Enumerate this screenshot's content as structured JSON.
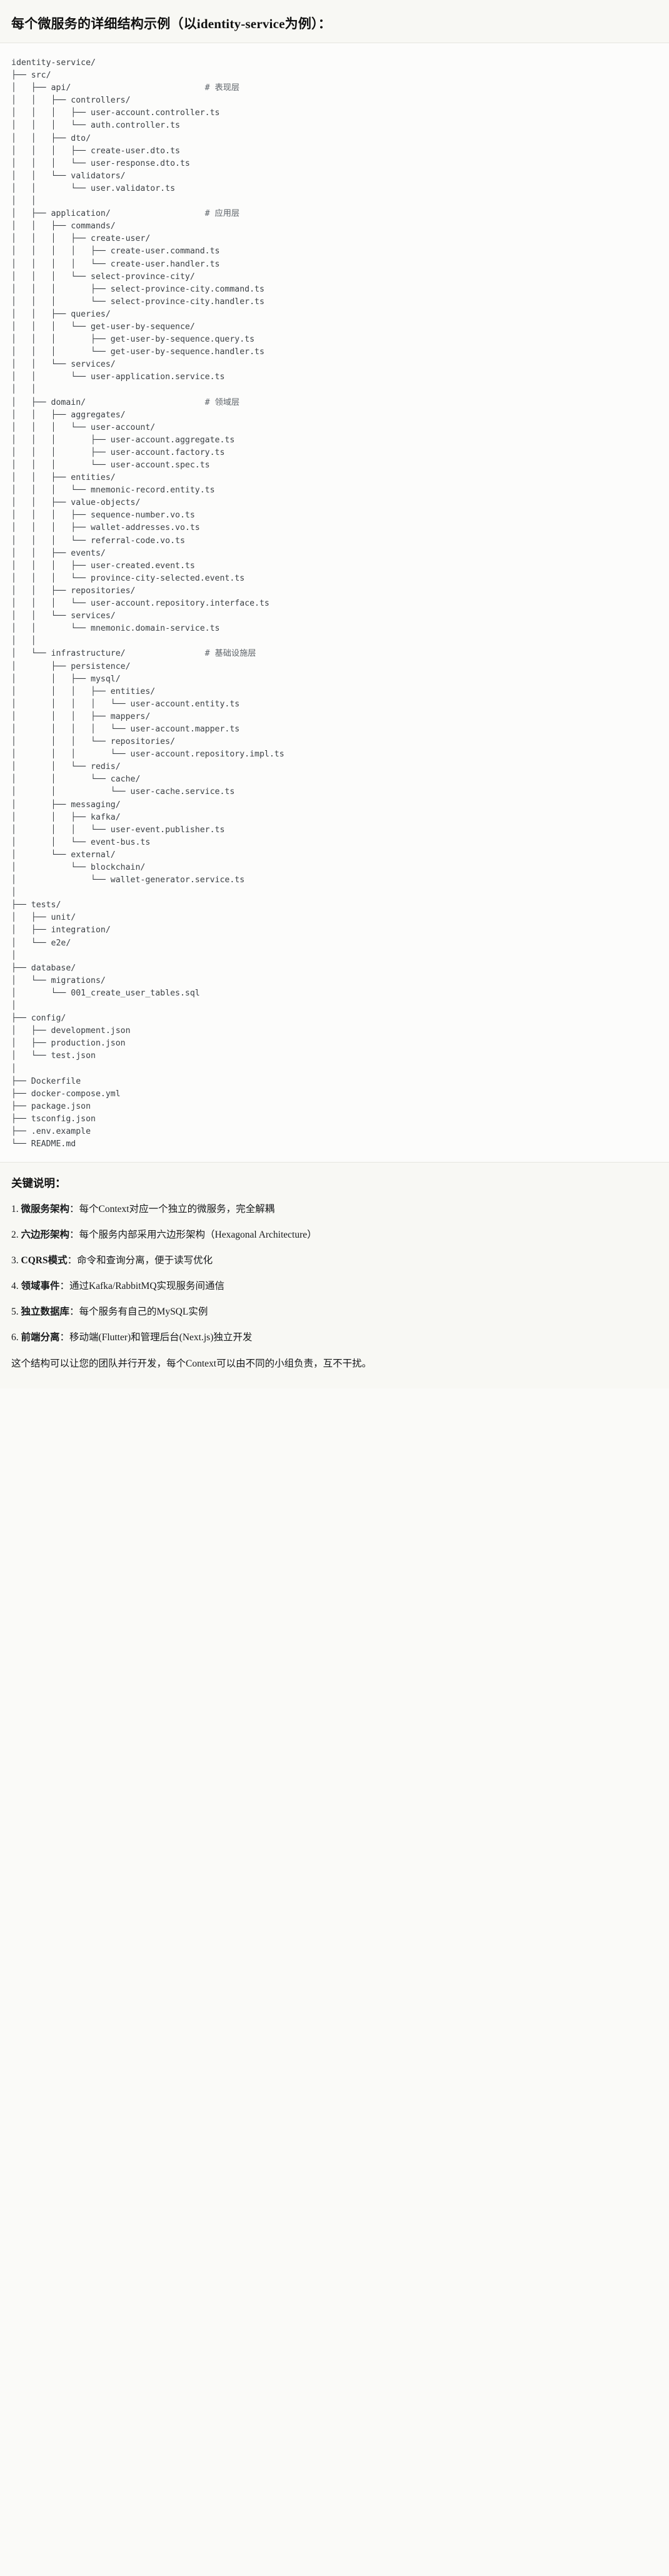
{
  "header": {
    "title": "每个微服务的详细结构示例（以identity-service为例）："
  },
  "tree": {
    "text": "identity-service/\n├── src/\n│   ├── api/                           # 表现层\n│   │   ├── controllers/\n│   │   │   ├── user-account.controller.ts\n│   │   │   └── auth.controller.ts\n│   │   ├── dto/\n│   │   │   ├── create-user.dto.ts\n│   │   │   └── user-response.dto.ts\n│   │   └── validators/\n│   │       └── user.validator.ts\n│   │\n│   ├── application/                   # 应用层\n│   │   ├── commands/\n│   │   │   ├── create-user/\n│   │   │   │   ├── create-user.command.ts\n│   │   │   │   └── create-user.handler.ts\n│   │   │   └── select-province-city/\n│   │   │       ├── select-province-city.command.ts\n│   │   │       └── select-province-city.handler.ts\n│   │   ├── queries/\n│   │   │   └── get-user-by-sequence/\n│   │   │       ├── get-user-by-sequence.query.ts\n│   │   │       └── get-user-by-sequence.handler.ts\n│   │   └── services/\n│   │       └── user-application.service.ts\n│   │\n│   ├── domain/                        # 领域层\n│   │   ├── aggregates/\n│   │   │   └── user-account/\n│   │   │       ├── user-account.aggregate.ts\n│   │   │       ├── user-account.factory.ts\n│   │   │       └── user-account.spec.ts\n│   │   ├── entities/\n│   │   │   └── mnemonic-record.entity.ts\n│   │   ├── value-objects/\n│   │   │   ├── sequence-number.vo.ts\n│   │   │   ├── wallet-addresses.vo.ts\n│   │   │   └── referral-code.vo.ts\n│   │   ├── events/\n│   │   │   ├── user-created.event.ts\n│   │   │   └── province-city-selected.event.ts\n│   │   ├── repositories/\n│   │   │   └── user-account.repository.interface.ts\n│   │   └── services/\n│   │       └── mnemonic.domain-service.ts\n│   │\n│   └── infrastructure/                # 基础设施层\n│       ├── persistence/\n│       │   ├── mysql/\n│       │   │   ├── entities/\n│       │   │   │   └── user-account.entity.ts\n│       │   │   ├── mappers/\n│       │   │   │   └── user-account.mapper.ts\n│       │   │   └── repositories/\n│       │   │       └── user-account.repository.impl.ts\n│       │   └── redis/\n│       │       └── cache/\n│       │           └── user-cache.service.ts\n│       ├── messaging/\n│       │   ├── kafka/\n│       │   │   └── user-event.publisher.ts\n│       │   └── event-bus.ts\n│       └── external/\n│           └── blockchain/\n│               └── wallet-generator.service.ts\n│\n├── tests/\n│   ├── unit/\n│   ├── integration/\n│   └── e2e/\n│\n├── database/\n│   └── migrations/\n│       └── 001_create_user_tables.sql\n│\n├── config/\n│   ├── development.json\n│   ├── production.json\n│   └── test.json\n│\n├── Dockerfile\n├── docker-compose.yml\n├── package.json\n├── tsconfig.json\n├── .env.example\n└── README.md"
  },
  "notes": {
    "heading": "关键说明：",
    "items": [
      {
        "index": "1.",
        "term": "微服务架构",
        "sep": "：",
        "desc": "每个Context对应一个独立的微服务，完全解耦"
      },
      {
        "index": "2.",
        "term": "六边形架构",
        "sep": "：",
        "desc": "每个服务内部采用六边形架构（Hexagonal Architecture）"
      },
      {
        "index": "3.",
        "term": "CQRS模式",
        "sep": "：",
        "desc": "命令和查询分离，便于读写优化"
      },
      {
        "index": "4.",
        "term": "领域事件",
        "sep": "：",
        "desc": "通过Kafka/RabbitMQ实现服务间通信"
      },
      {
        "index": "5.",
        "term": "独立数据库",
        "sep": "：",
        "desc": "每个服务有自己的MySQL实例"
      },
      {
        "index": "6.",
        "term": "前端分离",
        "sep": "：",
        "desc": "移动端(Flutter)和管理后台(Next.js)独立开发"
      }
    ],
    "closing": "这个结构可以让您的团队并行开发，每个Context可以由不同的小组负责，互不干扰。"
  },
  "colors": {
    "page_bg": "#fafaf8",
    "header_bg": "#f8f8f4",
    "tree_bg": "#fcfcfb",
    "text": "#1b1b1b",
    "tree_text": "#3a3f44",
    "comment": "#5d6369",
    "divider": "#e6e6e0"
  }
}
